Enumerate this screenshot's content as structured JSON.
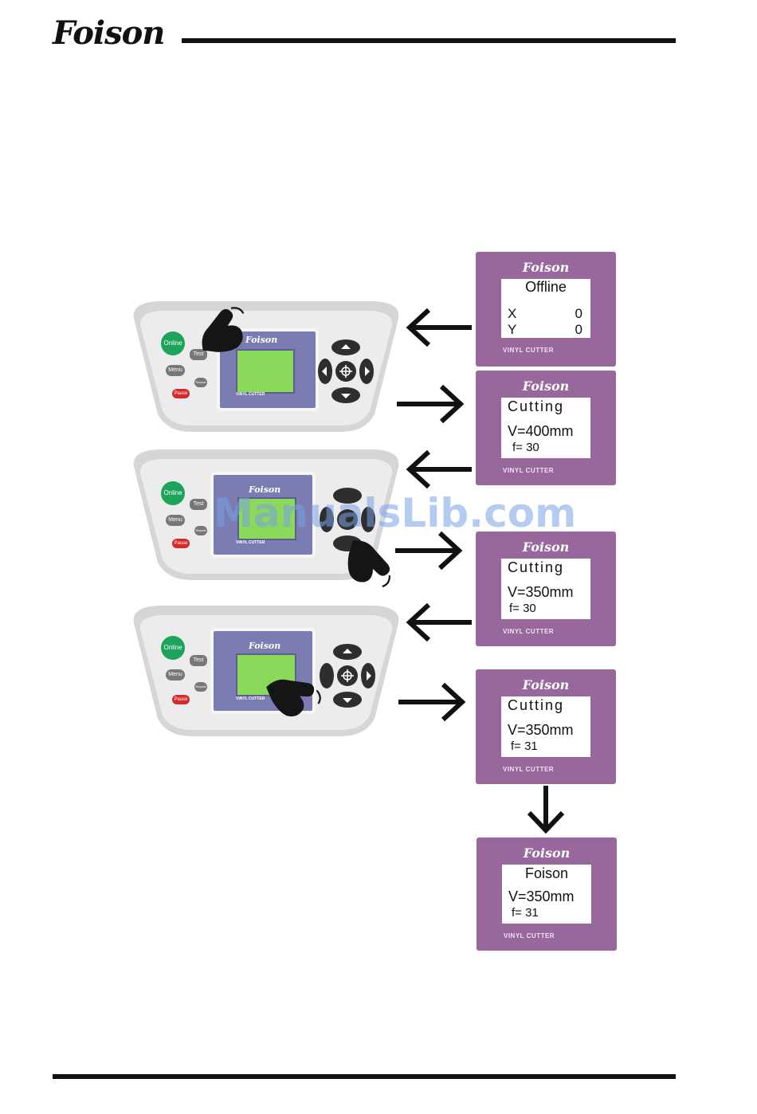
{
  "header": {
    "logo": "Foison"
  },
  "watermark": "ManualsLib.com",
  "panel": {
    "brand": "Foison",
    "online_label": "Online",
    "menu_label": "Menu",
    "pause_label": "Pause",
    "test_label": "Test",
    "repeat_label": "Repeat",
    "caption": "VINYL CUTTER"
  },
  "screens": [
    {
      "brand": "Foison",
      "line1": "Offline",
      "line2a": "X",
      "line2b": "0",
      "line3a": "Y",
      "line3b": "0",
      "footer": "VINYL CUTTER"
    },
    {
      "brand": "Foison",
      "line1": "Cutting",
      "line2": "V=400mm",
      "line3": "f= 30",
      "footer": "VINYL CUTTER"
    },
    {
      "brand": "Foison",
      "line1": "Cutting",
      "line2": "V=350mm",
      "line3": "f= 30",
      "footer": "VINYL CUTTER"
    },
    {
      "brand": "Foison",
      "line1": "Cutting",
      "line2": "V=350mm",
      "line3": "f= 31",
      "footer": "VINYL CUTTER"
    },
    {
      "brand": "Foison",
      "line1": "Foison",
      "line2": "V=350mm",
      "line3": "f= 31",
      "footer": "VINYL CUTTER"
    }
  ]
}
